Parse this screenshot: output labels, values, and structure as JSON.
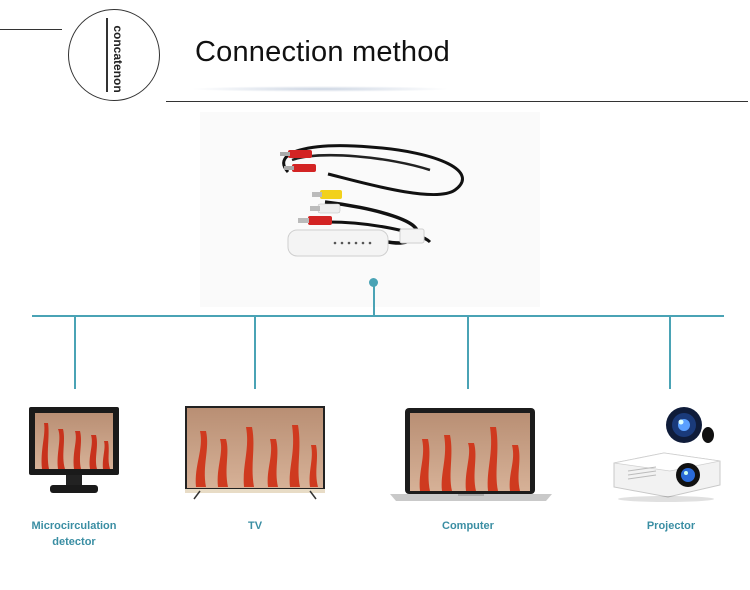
{
  "header": {
    "badge_text": "concatenon",
    "title": "Connection method"
  },
  "product": {
    "icon": "usb-video-capture-cable-icon"
  },
  "devices": [
    {
      "id": "microcirculation-detector",
      "label_line1": "Microcirculation",
      "label_line2": "detector",
      "icon": "monitor-icon"
    },
    {
      "id": "tv",
      "label_line1": "TV",
      "label_line2": "",
      "icon": "tv-icon"
    },
    {
      "id": "computer",
      "label_line1": "Computer",
      "label_line2": "",
      "icon": "laptop-icon"
    },
    {
      "id": "projector",
      "label_line1": "Projector",
      "label_line2": "",
      "icon": "projector-icon"
    }
  ],
  "colors": {
    "connector": "#4aa3b5",
    "label": "#3a8ea3",
    "screen_bg": "#c9a185",
    "screen_red": "#d4442a"
  }
}
